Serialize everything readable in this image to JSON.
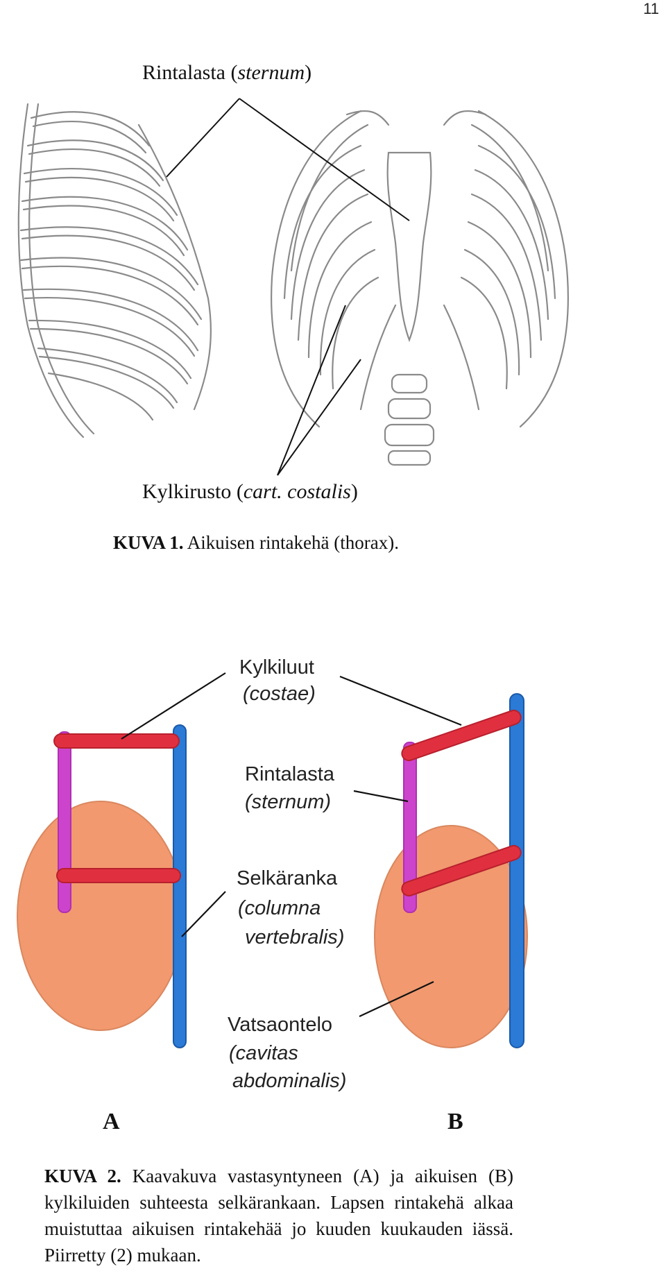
{
  "page_number": "11",
  "figure1": {
    "label_sternum": "Rintalasta",
    "label_sternum_latin": "sternum",
    "label_cartilage": "Kylkirusto",
    "label_cartilage_latin": "cart. costalis",
    "caption_prefix": "KUVA 1.",
    "caption_text": "Aikuisen rintakehä (thorax)."
  },
  "figure2": {
    "label_ribs": "Kylkiluut",
    "label_ribs_latin": "(costae)",
    "label_sternum": "Rintalasta",
    "label_sternum_latin": "(sternum)",
    "label_spine": "Selkäranka",
    "label_spine_latin1": "(columna",
    "label_spine_latin2": "vertebralis)",
    "label_abdomen": "Vatsaontelo",
    "label_abdomen_latin1": "(cavitas",
    "label_abdomen_latin2": "abdominalis)",
    "panel_a": "A",
    "panel_b": "B",
    "caption_prefix": "KUVA 2.",
    "caption_text": "Kaavakuva vastasyntyneen (A) ja aikuisen (B) kylkiluiden suhteesta selkärankaan. Lapsen rintakehä alkaa muistuttaa aikuisen rintakehää jo kuuden kuukauden iässä. Piirretty (2) mukaan."
  },
  "colors": {
    "rib_red": "#e0303f",
    "sternum_magenta": "#cc44cc",
    "spine_blue": "#2a7ad6",
    "abdomen_orange": "#f2996f"
  }
}
